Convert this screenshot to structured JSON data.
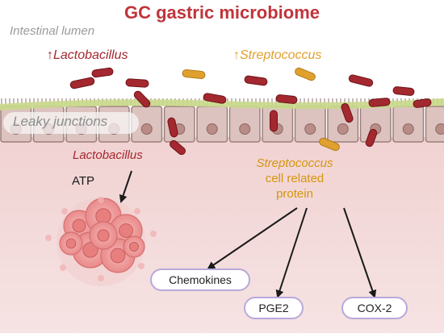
{
  "title": "GC gastric microbiome",
  "lumen_label": "Intestinal lumen",
  "up_arrow_glyph": "↑",
  "lumen_lactobacillus": "Lactobacillus",
  "lumen_streptococcus": "Streptococcus",
  "leaky_label": "Leaky junctions",
  "tissue_lactobacillus": "Lactobacillus",
  "atp_label": "ATP",
  "strep_protein_label": {
    "line1": "Streptococcus",
    "line2": "cell related",
    "line3": "protein"
  },
  "outputs": {
    "chemokines": "Chemokines",
    "pge2": "PGE2",
    "cox2": "COX-2"
  },
  "colors": {
    "title": "#c0343b",
    "lactobacillus": "#a4282f",
    "streptococcus": "#e0a02e",
    "tissue": "#f3d6d6",
    "cell": "#dcc3bf",
    "pill_border": "#b7a9db"
  }
}
